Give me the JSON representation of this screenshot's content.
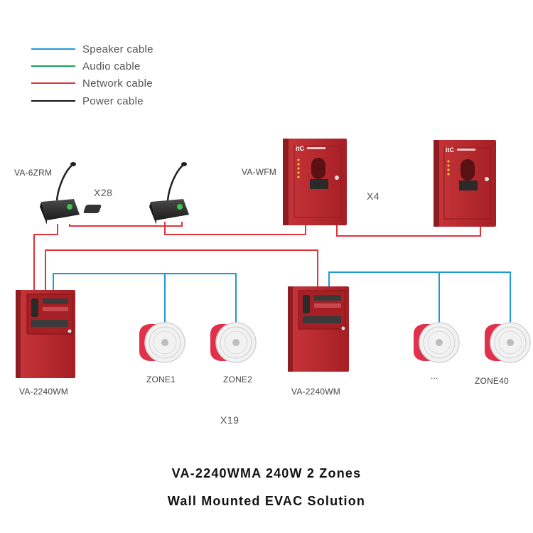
{
  "legend": [
    {
      "label": "Speaker cable",
      "color": "#1e9ad6"
    },
    {
      "label": "Audio cable",
      "color": "#1aa05a"
    },
    {
      "label": "Network cable",
      "color": "#e3333a"
    },
    {
      "label": "Power cable",
      "color": "#111111"
    }
  ],
  "devices": {
    "mic": "VA-6ZRM",
    "mic_count": "X28",
    "fireman": "VA-WFM",
    "fireman_count": "X4",
    "amp_left": "VA-2240WM",
    "amp_right": "VA-2240WM",
    "amp_count": "X19",
    "zone1": "ZONE1",
    "zone2": "ZONE2",
    "zone_more": "...",
    "zone40": "ZONE40",
    "brand": "itC"
  },
  "caption": {
    "line1": "VA-2240WMA 240W 2 Zones",
    "line2": "Wall Mounted EVAC Solution"
  },
  "colors": {
    "device_red": "#b8272c",
    "device_dark": "#8e1c20",
    "speaker_red": "#e0304a",
    "cable_blue": "#1e9ad6",
    "cable_red": "#e3333a"
  }
}
